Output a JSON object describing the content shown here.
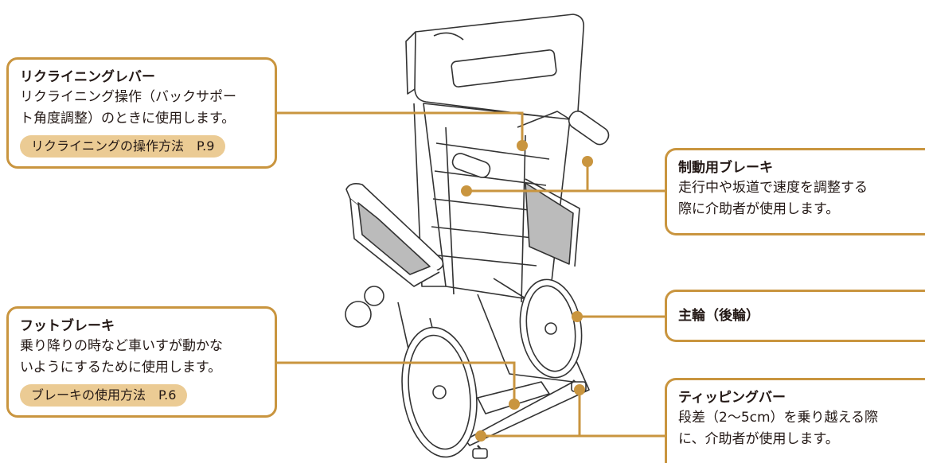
{
  "callouts": {
    "reclining_lever": {
      "title": "リクライニングレバー",
      "desc_line1": "リクライニング操作（バックサポー",
      "desc_line2": "ト角度調整）のときに使用します。",
      "ref": "リクライニングの操作方法　P.9"
    },
    "foot_brake": {
      "title": "フットブレーキ",
      "desc_line1": "乗り降りの時など車いすが動かな",
      "desc_line2": "いようにするために使用します。",
      "ref": "ブレーキの使用方法　P.6"
    },
    "control_brake": {
      "title": "制動用ブレーキ",
      "desc_line1": "走行中や坂道で速度を調整する",
      "desc_line2": "際に介助者が使用します。"
    },
    "main_wheel": {
      "title": "主輪（後輪）"
    },
    "tipping_bar": {
      "title": "ティッピングバー",
      "desc_line1": "段差（2～5cm）を乗り越える際",
      "desc_line2": "に、介助者が使用します。"
    }
  },
  "colors": {
    "accent": "#C9953F",
    "ref_pill": "#EBCB94",
    "text": "#231815",
    "line_art": "#333333"
  }
}
